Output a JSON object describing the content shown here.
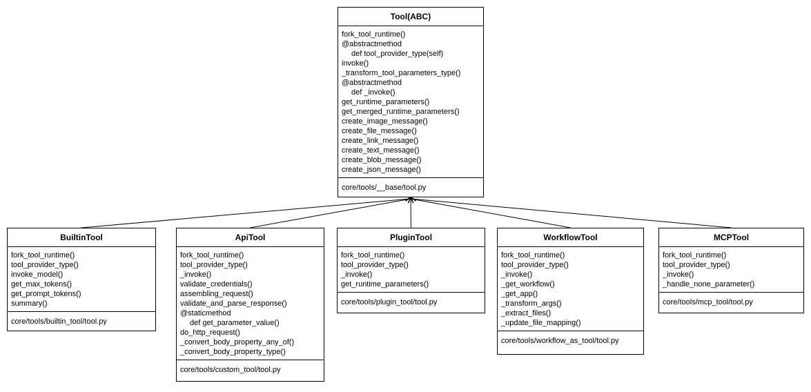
{
  "classes": [
    {
      "id": "tool",
      "name": "Tool(ABC)",
      "methods": [
        {
          "text": "fork_tool_runtime()"
        },
        {
          "text": "@abstractmethod"
        },
        {
          "text": "def tool_provider_type(self)",
          "indent": true
        },
        {
          "text": "invoke()"
        },
        {
          "text": "_transform_tool_parameters_type()"
        },
        {
          "text": "@abstractmethod"
        },
        {
          "text": "def _invoke()",
          "indent": true
        },
        {
          "text": "get_runtime_parameters()"
        },
        {
          "text": "get_merged_runtime_parameters()"
        },
        {
          "text": "create_image_message()"
        },
        {
          "text": "create_file_message()"
        },
        {
          "text": "create_link_message()"
        },
        {
          "text": "create_text_message()"
        },
        {
          "text": "create_blob_message()"
        },
        {
          "text": "create_json_message()"
        }
      ],
      "file": "core/tools/__base/tool.py"
    },
    {
      "id": "builtin",
      "name": "BuiltinTool",
      "methods": [
        {
          "text": "fork_tool_runtime()"
        },
        {
          "text": "tool_provider_type()"
        },
        {
          "text": "invoke_model()"
        },
        {
          "text": "get_max_tokens()"
        },
        {
          "text": "get_prompt_tokens()"
        },
        {
          "text": "summary()"
        }
      ],
      "file": "core/tools/builtin_tool/tool.py"
    },
    {
      "id": "api",
      "name": "ApiTool",
      "methods": [
        {
          "text": "fork_tool_runtime()"
        },
        {
          "text": "tool_provider_type()"
        },
        {
          "text": "_invoke()"
        },
        {
          "text": "validate_credentials()"
        },
        {
          "text": "assembling_request()"
        },
        {
          "text": "validate_and_parse_response()"
        },
        {
          "text": "@staticmethod"
        },
        {
          "text": "def get_parameter_value()",
          "indent": true
        },
        {
          "text": "do_http_request()"
        },
        {
          "text": "_convert_body_property_any_of()"
        },
        {
          "text": "_convert_body_property_type()"
        }
      ],
      "file": "core/tools/custom_tool/tool.py"
    },
    {
      "id": "plugin",
      "name": "PluginTool",
      "methods": [
        {
          "text": "fork_tool_runtime()"
        },
        {
          "text": "tool_provider_type()"
        },
        {
          "text": "_invoke()"
        },
        {
          "text": "get_runtime_parameters()"
        }
      ],
      "file": "core/tools/plugin_tool/tool.py"
    },
    {
      "id": "workflow",
      "name": "WorkflowTool",
      "methods": [
        {
          "text": "fork_tool_runtime()"
        },
        {
          "text": "tool_provider_type()"
        },
        {
          "text": "_invoke()"
        },
        {
          "text": "_get_workflow()"
        },
        {
          "text": "_get_app()"
        },
        {
          "text": "_transform_args()"
        },
        {
          "text": "_extract_files()"
        },
        {
          "text": "_update_file_mapping()"
        }
      ],
      "file": "core/tools/workflow_as_tool/tool.py"
    },
    {
      "id": "mcp",
      "name": "MCPTool",
      "methods": [
        {
          "text": "fork_tool_runtime()"
        },
        {
          "text": "tool_provider_type()"
        },
        {
          "text": "_invoke()"
        },
        {
          "text": "_handle_none_parameter()"
        }
      ],
      "file": "core/tools/mcp_tool/tool.py"
    }
  ],
  "edges": [
    {
      "from": "builtin",
      "to": "tool",
      "kind": "inheritance"
    },
    {
      "from": "api",
      "to": "tool",
      "kind": "inheritance"
    },
    {
      "from": "plugin",
      "to": "tool",
      "kind": "inheritance"
    },
    {
      "from": "workflow",
      "to": "tool",
      "kind": "inheritance"
    },
    {
      "from": "mcp",
      "to": "tool",
      "kind": "inheritance"
    }
  ],
  "colors": {
    "line": "#000000",
    "background": "#ffffff"
  }
}
